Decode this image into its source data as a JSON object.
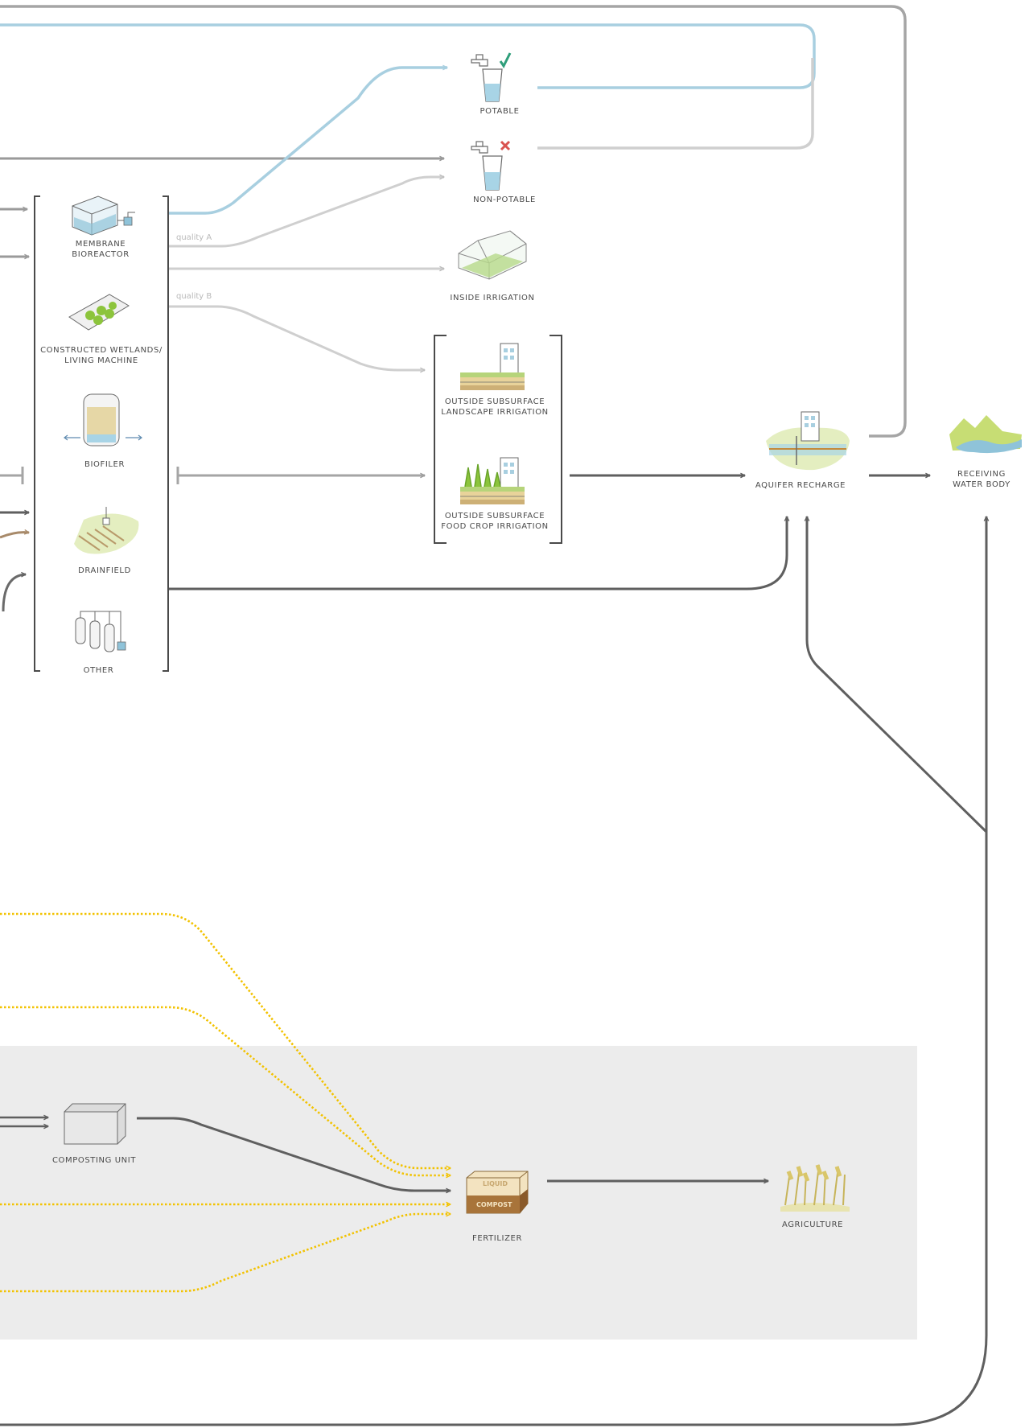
{
  "colors": {
    "potable_flow": "#a8cfe0",
    "gray_flow": "#b8b8b8",
    "dark_flow": "#5f5f5f",
    "nutrient_flow": "#f2c200",
    "brown_flow": "#a88a6a",
    "panel_bg": "#ececec",
    "accent_check": "#2e9e7a",
    "accent_cross": "#d9534f"
  },
  "treatment": {
    "items": [
      {
        "label": [
          "MEMBRANE",
          "BIOREACTOR"
        ],
        "icon": "membrane-bioreactor-icon"
      },
      {
        "label": [
          "CONSTRUCTED WETLANDS/",
          "LIVING MACHINE"
        ],
        "icon": "constructed-wetlands-icon"
      },
      {
        "label": [
          "BIOFILER"
        ],
        "icon": "biofilter-icon"
      },
      {
        "label": [
          "DRAINFIELD"
        ],
        "icon": "drainfield-icon"
      },
      {
        "label": [
          "OTHER"
        ],
        "icon": "other-treatment-icon"
      }
    ]
  },
  "quality": {
    "a": "quality A",
    "b": "quality B"
  },
  "uses": {
    "potable": "POTABLE",
    "non_potable": "NON-POTABLE",
    "inside_irrigation": "INSIDE IRRIGATION",
    "landscape": [
      "OUTSIDE SUBSURFACE",
      "LANDSCAPE IRRIGATION"
    ],
    "food_crop": [
      "OUTSIDE SUBSURFACE",
      "FOOD CROP IRRIGATION"
    ]
  },
  "destinations": {
    "aquifer": "AQUIFER RECHARGE",
    "receiving": [
      "RECEIVING",
      "WATER BODY"
    ]
  },
  "nutrients": {
    "composting_unit": "COMPOSTING UNIT",
    "fertilizer": "FERTILIZER",
    "liquid": "LIQUID",
    "compost": "COMPOST",
    "agriculture": "AGRICULTURE"
  }
}
